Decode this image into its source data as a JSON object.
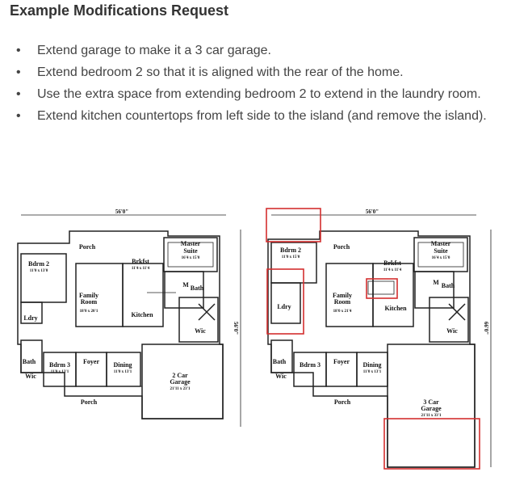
{
  "title": "Example Modifications Request",
  "requests": [
    "Extend garage to make it a 3 car garage.",
    "Extend bedroom 2 so that it is aligned with the rear of the home.",
    "Use the extra space from extending bedroom 2 to extend in the laundry room.",
    "Extend kitchen countertops from left side to the island (and remove the island)."
  ],
  "plan_before": {
    "width_dim": "56'0\"",
    "depth_dim": "56'0\"",
    "rooms": {
      "porch_top": "Porch",
      "master": "Master",
      "suite": "Suite",
      "master_dim": "16'4 x 15'0",
      "bdrm2": "Bdrm 2",
      "bdrm2_dim": "11'0 x 13'0",
      "brkfst": "Brkfst",
      "brkfst_dim": "11'4 x 11'4",
      "family": "Family",
      "room": "Room",
      "family_dim": "18'0 x 20'1",
      "kitchen": "Kitchen",
      "bath_right": "M",
      "bath_right2": "Bath",
      "ldry": "Ldry",
      "wic_right": "Wic",
      "bath_left": "Bath",
      "wic_left": "Wic",
      "bdrm3": "Bdrm 3",
      "bdrm3_dim": "11'0 x 13'1",
      "foyer": "Foyer",
      "dining": "Dining",
      "dining_dim": "11'0 x 13'1",
      "garage": "2 Car",
      "garage2": "Garage",
      "garage_dim": "21'11 x 23'1",
      "porch_bottom": "Porch"
    }
  },
  "plan_after": {
    "width_dim": "56'0\"",
    "depth_dim": "66'0\"",
    "rooms": {
      "porch_top": "Porch",
      "master": "Master",
      "suite": "Suite",
      "master_dim": "16'4 x 15'0",
      "bdrm2": "Bdrm 2",
      "bdrm2_dim": "11'0 x 15'0",
      "brkfst": "Brkfst",
      "brkfst_dim": "11'4 x 11'4",
      "family": "Family",
      "room": "Room",
      "family_dim": "18'0 x 21'4",
      "kitchen": "Kitchen",
      "bath_right": "M",
      "bath_right2": "Bath",
      "ldry": "Ldry",
      "wic_right": "Wic",
      "bath_left": "Bath",
      "wic_left": "Wic",
      "bdrm3": "Bdrm 3",
      "foyer": "Foyer",
      "dining": "Dining",
      "dining_dim": "11'0 x 13'1",
      "garage": "3 Car",
      "garage2": "Garage",
      "garage_dim": "21'11 x 33'1",
      "porch_bottom": "Porch"
    }
  },
  "colors": {
    "highlight": "#d32f2f",
    "text": "#333333"
  }
}
